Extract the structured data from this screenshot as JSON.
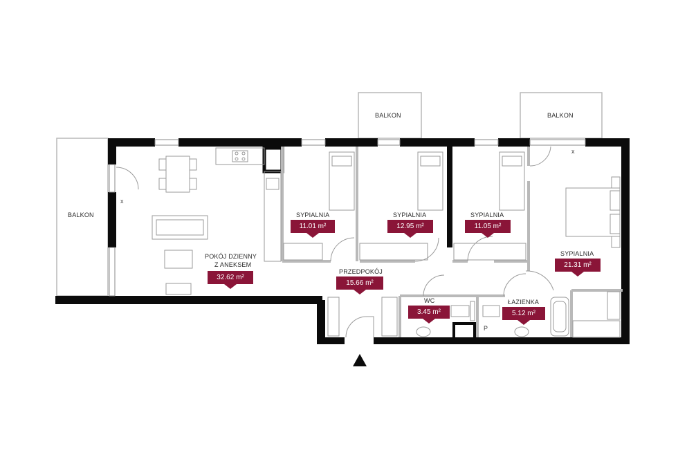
{
  "colors": {
    "wall": "#0b0b0b",
    "partition": "#b9b9b9",
    "furniture": "#9a9a9a",
    "badge": "#8a1538",
    "badge_text": "#ffffff"
  },
  "balconies": [
    {
      "label": "BALKON"
    },
    {
      "label": "BALKON"
    },
    {
      "label": "BALKON"
    }
  ],
  "rooms": [
    {
      "name_lines": [
        "POKÓJ DZIENNY",
        "Z ANEKSEM"
      ],
      "area": "32.62 m²"
    },
    {
      "name_lines": [
        "SYPIALNIA"
      ],
      "area": "11.01 m²"
    },
    {
      "name_lines": [
        "SYPIALNIA"
      ],
      "area": "12.95 m²"
    },
    {
      "name_lines": [
        "SYPIALNIA"
      ],
      "area": "11.05 m²"
    },
    {
      "name_lines": [
        "SYPIALNIA"
      ],
      "area": "21.31 m²"
    },
    {
      "name_lines": [
        "PRZEDPOKÓJ"
      ],
      "area": "15.66 m²"
    },
    {
      "name_lines": [
        "WC"
      ],
      "area": "3.45 m²"
    },
    {
      "name_lines": [
        "ŁAZIENKA"
      ],
      "area": "5.12 m²"
    }
  ],
  "markers": {
    "x_mark": "x",
    "p_mark": "P"
  },
  "entrance": {
    "icon": "entrance-arrow-icon"
  }
}
